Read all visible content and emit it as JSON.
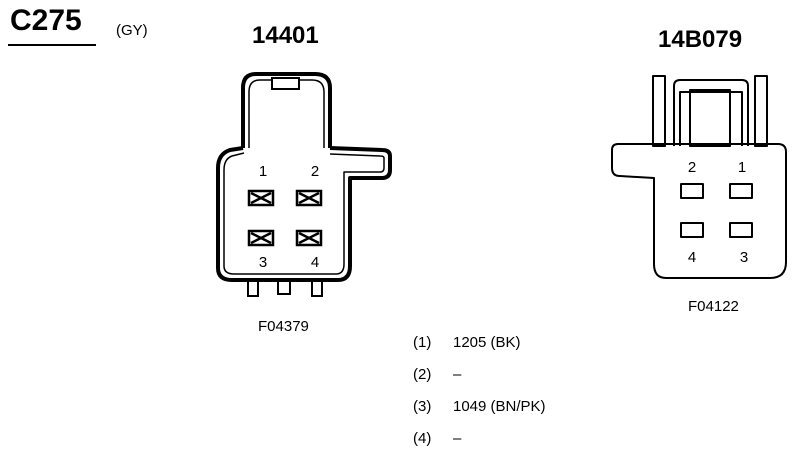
{
  "connector": {
    "id": "C275",
    "color_code": "(GY)"
  },
  "left_view": {
    "part_number": "14401",
    "figure_id": "F04379",
    "cavity_labels": [
      "1",
      "2",
      "3",
      "4"
    ]
  },
  "right_view": {
    "part_number": "14B079",
    "figure_id": "F04122",
    "cavity_labels": [
      "2",
      "1",
      "4",
      "3"
    ]
  },
  "pinout": [
    {
      "pin": "(1)",
      "circuit": "1205 (BK)"
    },
    {
      "pin": "(2)",
      "circuit": "–"
    },
    {
      "pin": "(3)",
      "circuit": "1049 (BN/PK)"
    },
    {
      "pin": "(4)",
      "circuit": "–"
    }
  ]
}
